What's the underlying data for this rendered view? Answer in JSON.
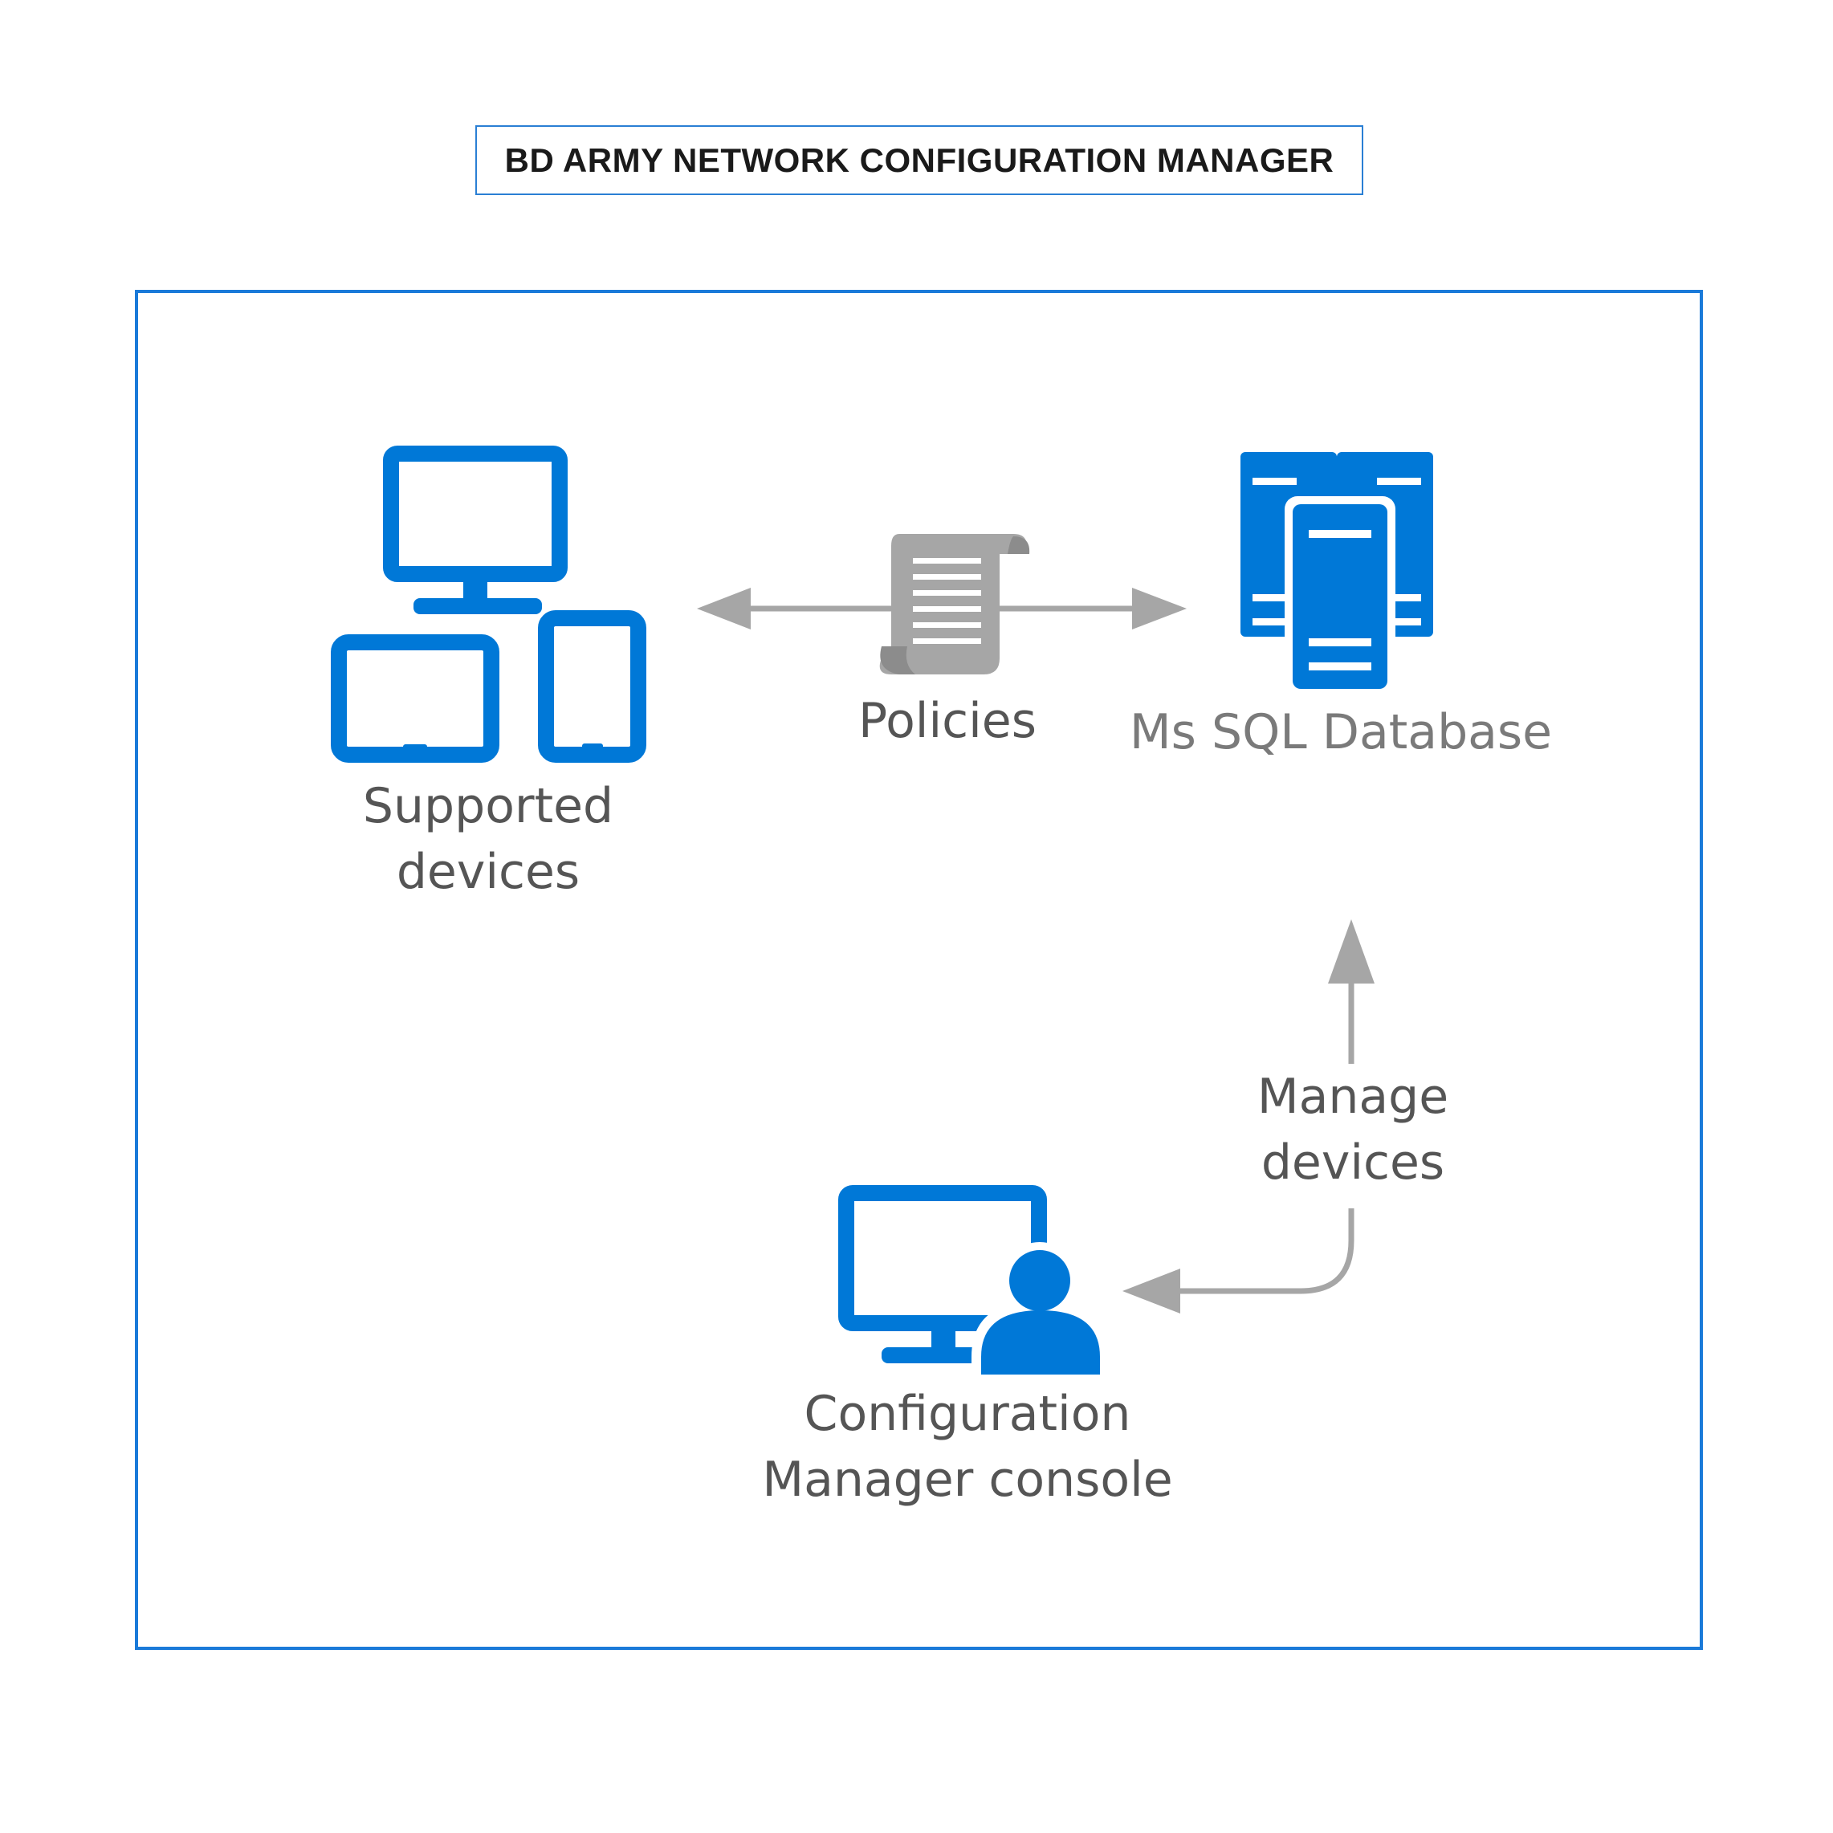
{
  "title": "BD ARMY NETWORK CONFIGURATION MANAGER",
  "nodes": {
    "supported_devices": {
      "line1": "Supported",
      "line2": "devices",
      "icon": "devices-icon"
    },
    "policies": {
      "label": "Policies",
      "icon": "policy-scroll-icon"
    },
    "database": {
      "label": "Ms SQL Database",
      "icon": "server-stack-icon"
    },
    "manage": {
      "line1": "Manage",
      "line2": "devices"
    },
    "console": {
      "line1": "Configuration",
      "line2": "Manager console",
      "icon": "admin-computer-icon"
    }
  },
  "colors": {
    "icon_blue": "#0078d7",
    "arrow_gray": "#a6a6a6",
    "frame_blue": "#1a7ad9",
    "text_gray": "#555555"
  }
}
